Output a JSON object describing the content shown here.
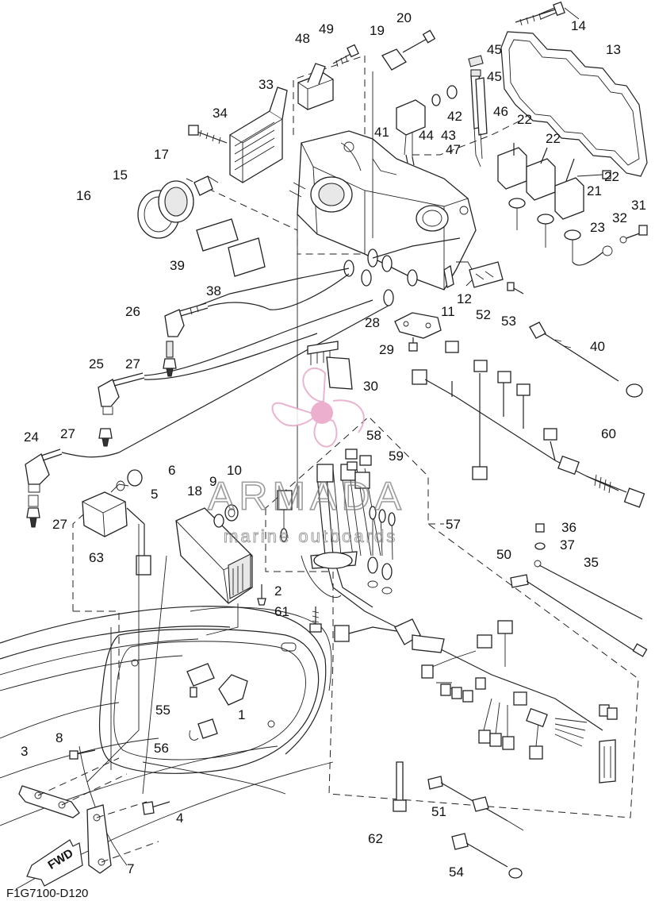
{
  "diagram": {
    "figure_code": "F1G7100-D120",
    "watermark": {
      "brand": "ARMADA",
      "tagline": "marine outboards"
    },
    "direction_badge": "FWD",
    "callouts": [
      "1",
      "2",
      "3",
      "4",
      "5",
      "6",
      "7",
      "8",
      "9",
      "10",
      "11",
      "12",
      "13",
      "14",
      "15",
      "16",
      "17",
      "18",
      "19",
      "20",
      "21",
      "22",
      "22",
      "22",
      "23",
      "24",
      "25",
      "26",
      "27",
      "27",
      "27",
      "28",
      "29",
      "30",
      "31",
      "32",
      "33",
      "34",
      "35",
      "36",
      "37",
      "38",
      "39",
      "40",
      "41",
      "42",
      "43",
      "44",
      "45",
      "45",
      "46",
      "47",
      "48",
      "49",
      "50",
      "51",
      "52",
      "53",
      "54",
      "55",
      "56",
      "57",
      "58",
      "59",
      "60",
      "61",
      "62",
      "63"
    ]
  }
}
